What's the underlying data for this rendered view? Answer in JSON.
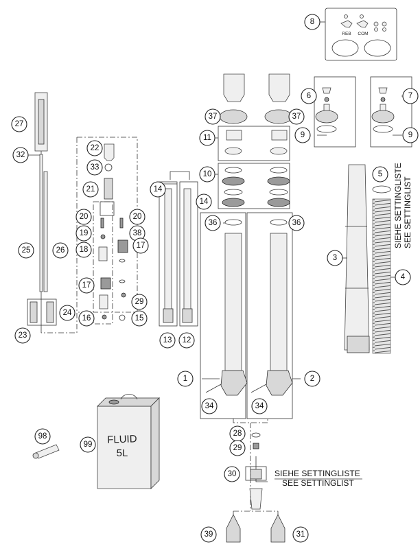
{
  "labels": {
    "reb": "REB",
    "com": "COM",
    "setting_de_right": "SIEHE SETTINGLISTE",
    "setting_en_right": "SEE SETTINGLIST",
    "setting_de_bottom": "SIEHE SETTINGLISTE",
    "setting_en_bottom": "SEE SETTINGLIST",
    "fluid_line1": "FLUID",
    "fluid_line2": "5L"
  },
  "callouts": [
    {
      "id": "c8",
      "n": "8"
    },
    {
      "id": "c6",
      "n": "6"
    },
    {
      "id": "c7",
      "n": "7"
    },
    {
      "id": "c37a",
      "n": "37"
    },
    {
      "id": "c37b",
      "n": "37"
    },
    {
      "id": "c9a",
      "n": "9"
    },
    {
      "id": "c9b",
      "n": "9"
    },
    {
      "id": "c11",
      "n": "11"
    },
    {
      "id": "c10",
      "n": "10"
    },
    {
      "id": "c36a",
      "n": "36"
    },
    {
      "id": "c36b",
      "n": "36"
    },
    {
      "id": "c5",
      "n": "5"
    },
    {
      "id": "c3",
      "n": "3"
    },
    {
      "id": "c4",
      "n": "4"
    },
    {
      "id": "c27",
      "n": "27"
    },
    {
      "id": "c32",
      "n": "32"
    },
    {
      "id": "c25",
      "n": "25"
    },
    {
      "id": "c26",
      "n": "26"
    },
    {
      "id": "c24",
      "n": "24"
    },
    {
      "id": "c23",
      "n": "23"
    },
    {
      "id": "c22",
      "n": "22"
    },
    {
      "id": "c33",
      "n": "33"
    },
    {
      "id": "c21",
      "n": "21"
    },
    {
      "id": "c20a",
      "n": "20"
    },
    {
      "id": "c20b",
      "n": "20"
    },
    {
      "id": "c19",
      "n": "19"
    },
    {
      "id": "c38",
      "n": "38"
    },
    {
      "id": "c18",
      "n": "18"
    },
    {
      "id": "c17a",
      "n": "17"
    },
    {
      "id": "c17b",
      "n": "17"
    },
    {
      "id": "c29a",
      "n": "29"
    },
    {
      "id": "c16",
      "n": "16"
    },
    {
      "id": "c15",
      "n": "15"
    },
    {
      "id": "c14a",
      "n": "14"
    },
    {
      "id": "c14b",
      "n": "14"
    },
    {
      "id": "c13",
      "n": "13"
    },
    {
      "id": "c12",
      "n": "12"
    },
    {
      "id": "c1",
      "n": "1"
    },
    {
      "id": "c2",
      "n": "2"
    },
    {
      "id": "c34a",
      "n": "34"
    },
    {
      "id": "c34b",
      "n": "34"
    },
    {
      "id": "c28",
      "n": "28"
    },
    {
      "id": "c29b",
      "n": "29"
    },
    {
      "id": "c30",
      "n": "30"
    },
    {
      "id": "c39",
      "n": "39"
    },
    {
      "id": "c31",
      "n": "31"
    },
    {
      "id": "c98",
      "n": "98"
    },
    {
      "id": "c99",
      "n": "99"
    }
  ]
}
